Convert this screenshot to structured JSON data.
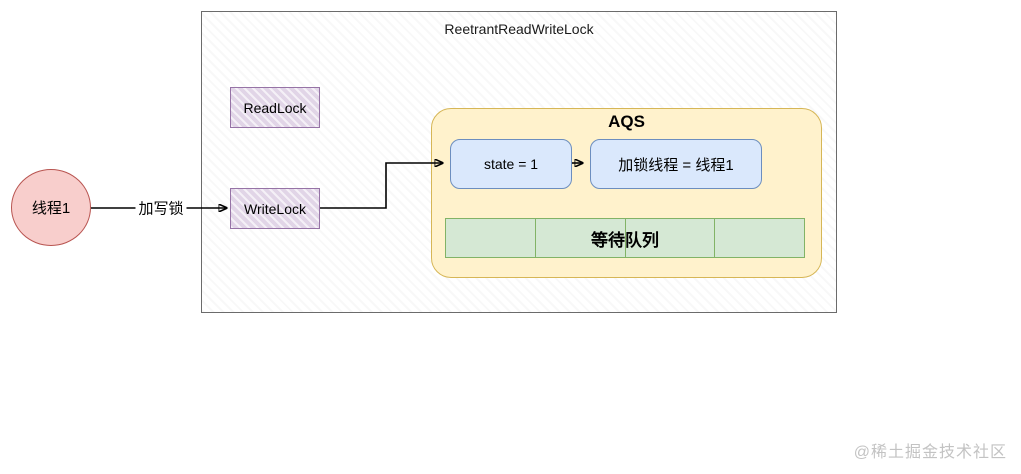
{
  "diagram": {
    "outer_title": "ReetrantReadWriteLock",
    "thread_circle": {
      "label": "线程1"
    },
    "edge_label_write": "加写锁",
    "read_lock_label": "ReadLock",
    "write_lock_label": "WriteLock",
    "aqs": {
      "title": "AQS",
      "state_box_label": "state = 1",
      "owner_box_label": "加锁线程 = 线程1",
      "wait_queue_label": "等待队列",
      "wait_queue_cells": 4
    }
  },
  "watermark": "@稀土掘金技术社区",
  "colors": {
    "outer_stroke": "#6b6b6b",
    "circle_fill": "#f8cecc",
    "circle_stroke": "#b85450",
    "purple_fill": "#e1d5e7",
    "purple_stroke": "#9673a6",
    "yellow_fill": "#fff2cc",
    "yellow_stroke": "#d6b656",
    "blue_fill": "#dae8fc",
    "blue_stroke": "#6c8ebf",
    "green_fill": "#d5e8d4",
    "green_stroke": "#82b366",
    "arrow_color": "#000000",
    "watermark_color": "#c3c3c3"
  }
}
